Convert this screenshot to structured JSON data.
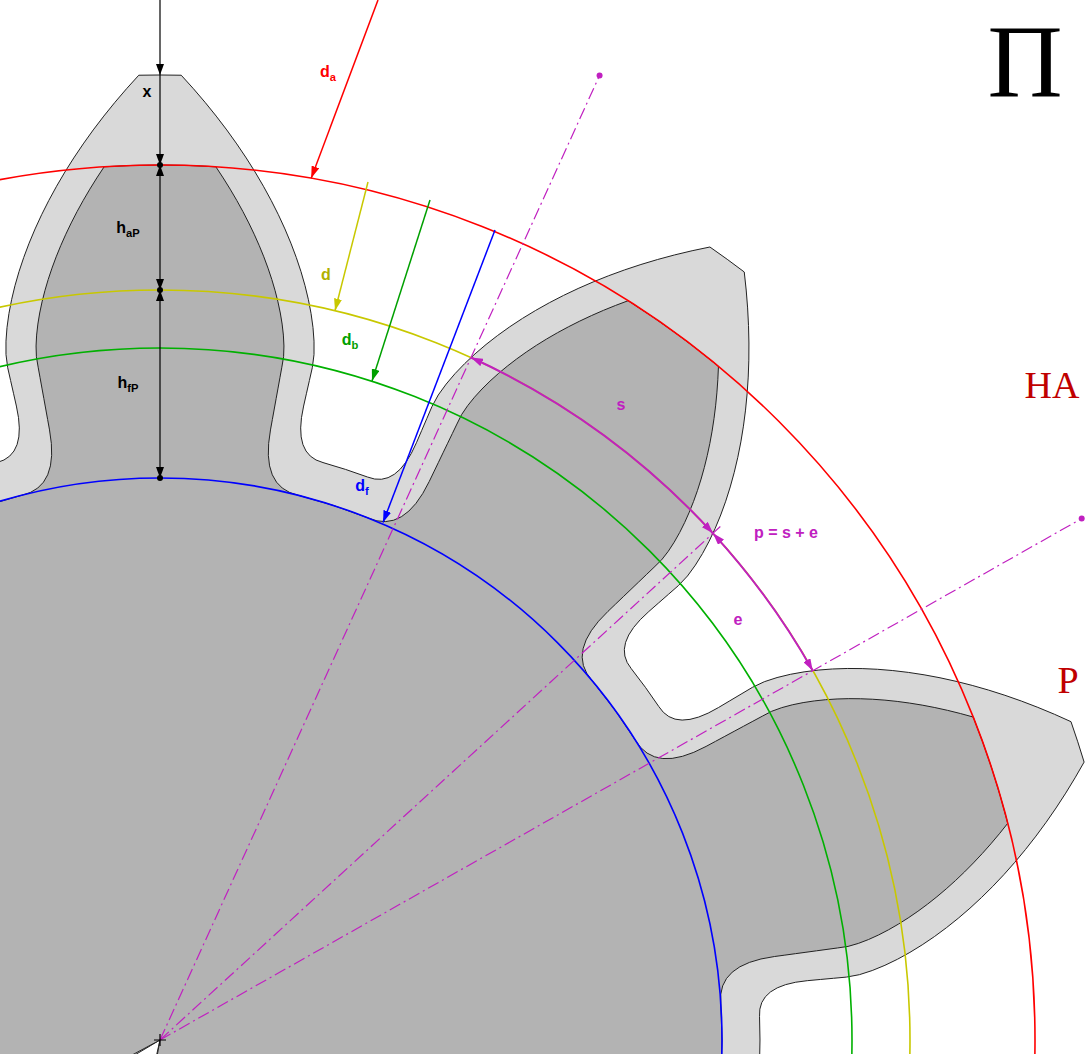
{
  "diagram": {
    "labels": [
      "П",
      "x",
      "da",
      "haP",
      "d",
      "НА",
      "db",
      "hfP",
      "s",
      "df",
      "p = s + e",
      "e",
      "Р"
    ]
  }
}
